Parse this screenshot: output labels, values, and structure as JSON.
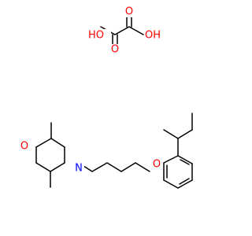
{
  "colors": {
    "bond": "#000000",
    "oxygen": "#ff0000",
    "nitrogen": "#0000ff",
    "background": "#ffffff"
  },
  "labels": {
    "oxalic_oh_left": "HO",
    "oxalic_oh_right": "OH",
    "oxalic_o_left": "O",
    "oxalic_o_right": "O",
    "ring_oxygen": "O",
    "ring_nitrogen": "N",
    "ether_oxygen": "O"
  }
}
